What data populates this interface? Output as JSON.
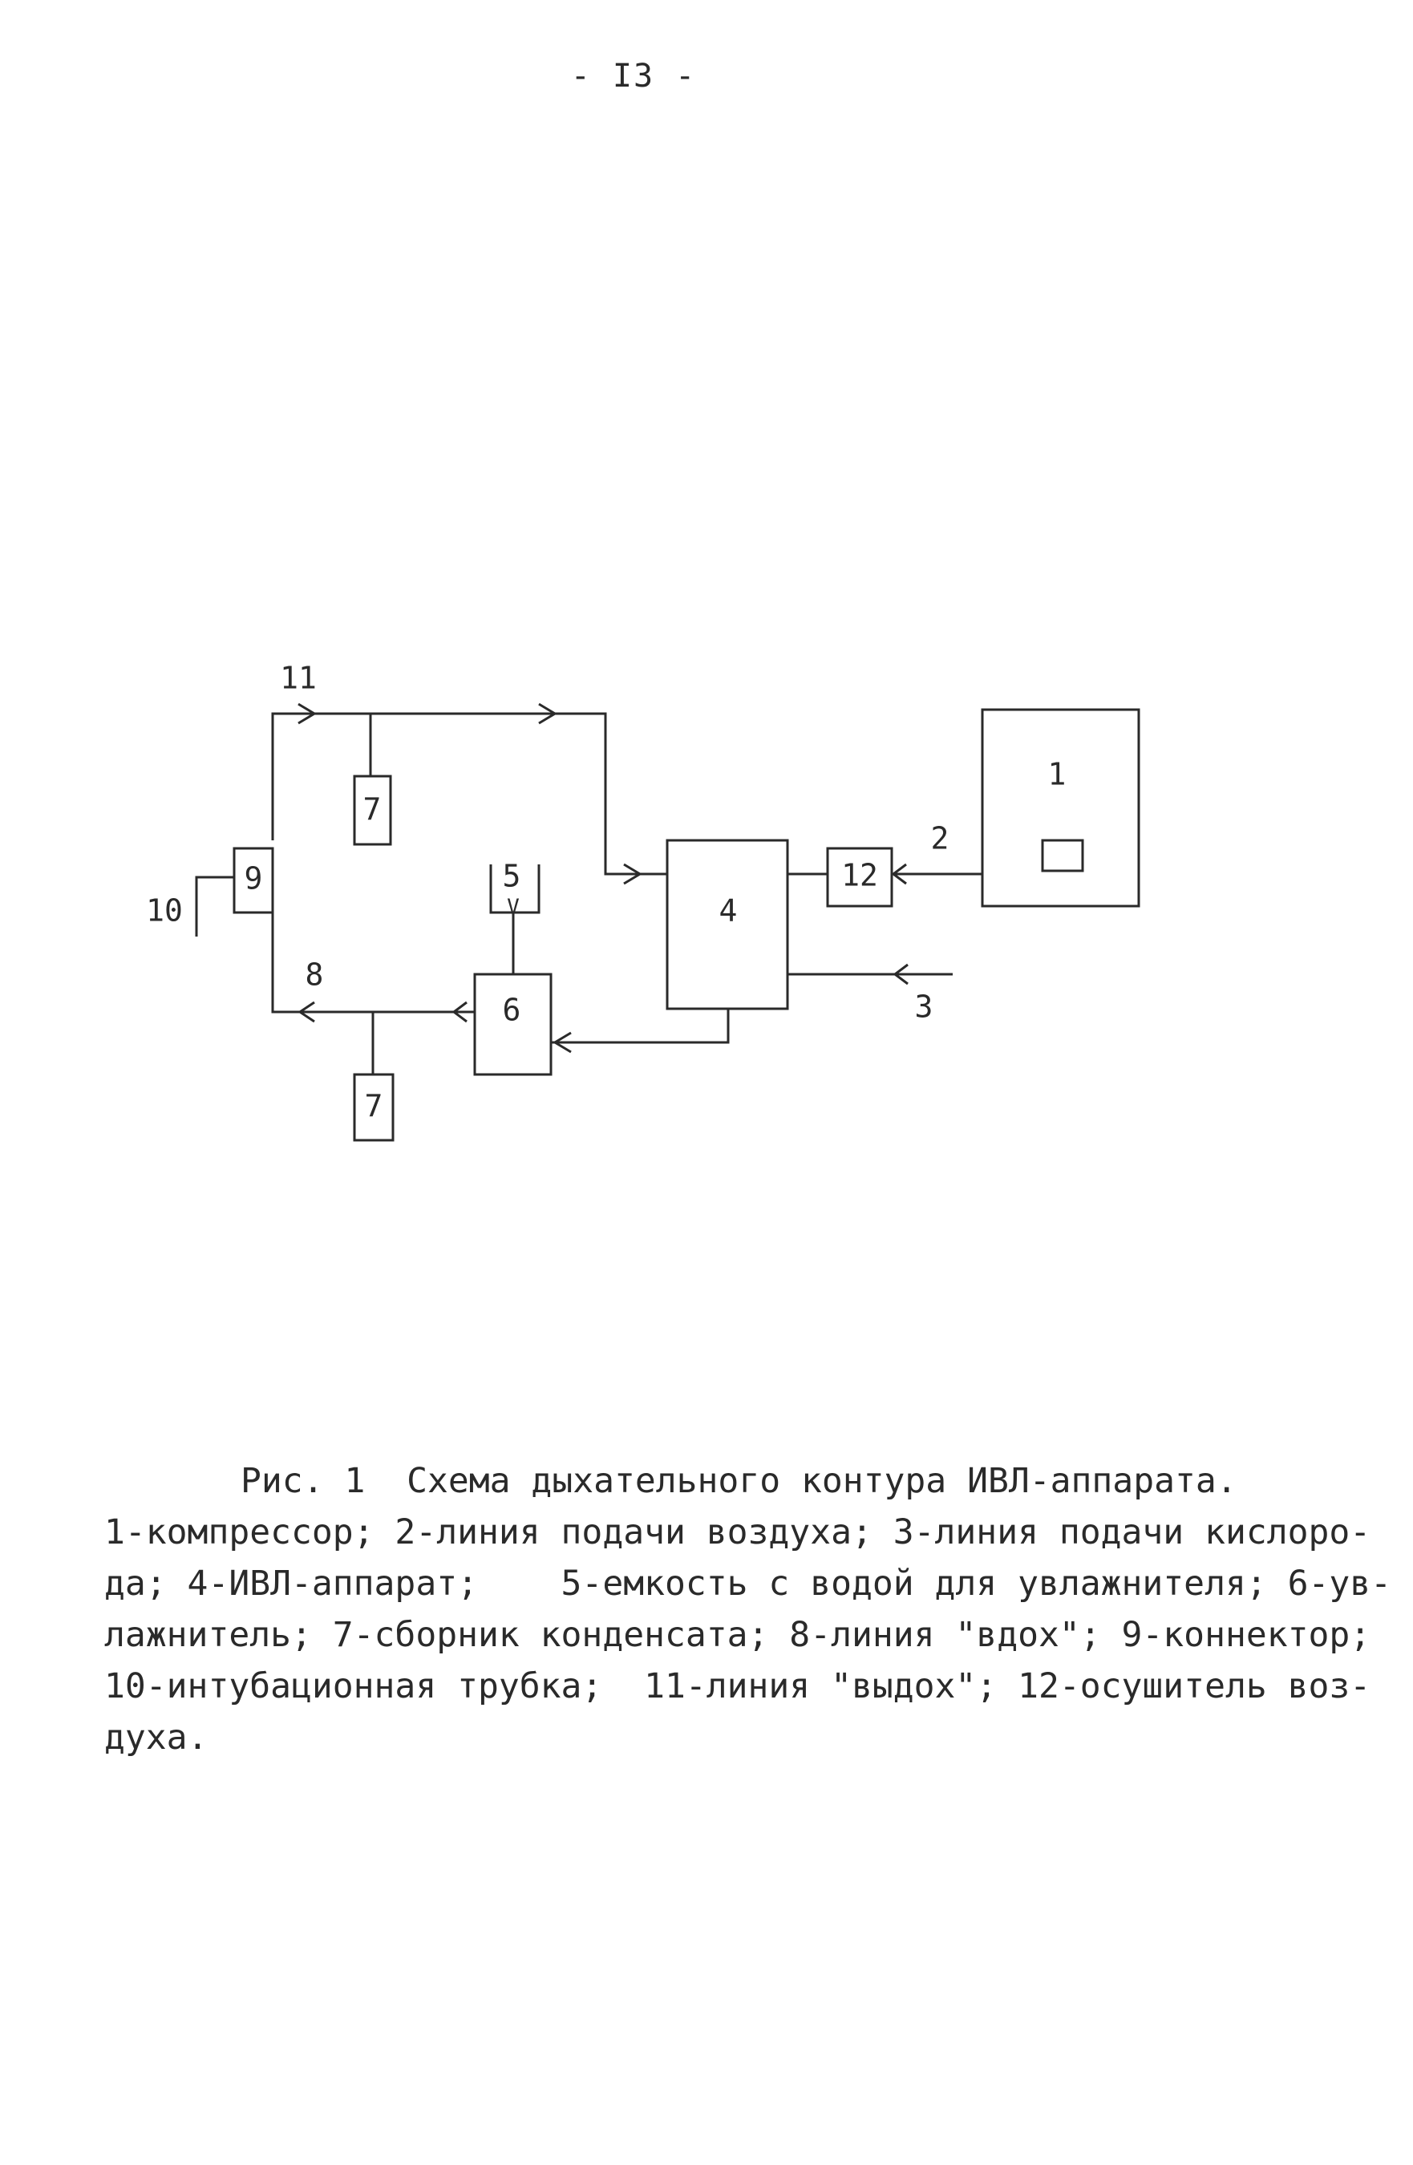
{
  "page_number": "- I3 -",
  "diagram": {
    "labels": {
      "n1": "1",
      "n2": "2",
      "n3": "3",
      "n4": "4",
      "n5": "5",
      "n6": "6",
      "n7a": "7",
      "n7b": "7",
      "n8": "8",
      "n9": "9",
      "n10": "10",
      "n11": "11",
      "n12": "12",
      "valve": "V"
    }
  },
  "caption": {
    "title": "Рис. 1  Схема дыхательного контура ИВЛ-аппарата.",
    "lines": [
      "1-компрессор; 2-линия подачи воздуха; 3-линия подачи кислоро-",
      "да; 4-ИВЛ-аппарат;    5-емкость с водой для увлажнителя; 6-ув-",
      "лажнитель; 7-сборник конденсата; 8-линия \"вдох\"; 9-коннектор;",
      "10-интубационная трубка;  11-линия \"выдох\"; 12-осушитель воз-",
      "духа."
    ]
  }
}
